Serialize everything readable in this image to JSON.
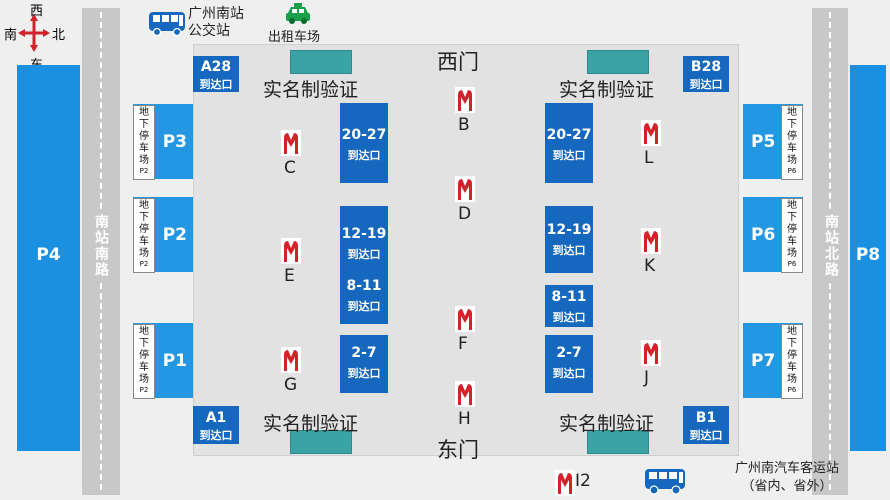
{
  "compass": {
    "west": "西",
    "south": "南",
    "north": "北",
    "east": "东"
  },
  "bus": {
    "line1": "广州南站",
    "line2": "公交站"
  },
  "taxi": {
    "label": "出租车场"
  },
  "gates": {
    "west": "西门",
    "east": "东门"
  },
  "verify_label": "实名制验证",
  "roads": {
    "south": "南站南路",
    "north": "南站北路"
  },
  "parking": {
    "P1": "P1",
    "P2": "P2",
    "P3": "P3",
    "P4": "P4",
    "P5": "P5",
    "P6": "P6",
    "P7": "P7",
    "P8": "P8"
  },
  "underground": {
    "label": "地下停车场",
    "sub_left": "P2",
    "sub_right": "P6"
  },
  "arrival_suffix": "到达口",
  "corner_exits": {
    "A28": "A28",
    "B28": "B28",
    "A1": "A1",
    "B1": "B1"
  },
  "platforms": {
    "p20_27": "20-27",
    "p12_19": "12-19",
    "p8_11": "8-11",
    "p2_7": "2-7"
  },
  "metro_exits": [
    "B",
    "C",
    "D",
    "E",
    "F",
    "G",
    "H",
    "J",
    "K",
    "L"
  ],
  "metro_i2": "I2",
  "coach_station": {
    "line1": "广州南汽车客运站",
    "line2": "（省内、省外）"
  },
  "colors": {
    "accent_blue": "#1b8fe0",
    "dark_blue": "#0c5fb0",
    "metro_red": "#d2232a",
    "teal": "#3aa3a6"
  }
}
